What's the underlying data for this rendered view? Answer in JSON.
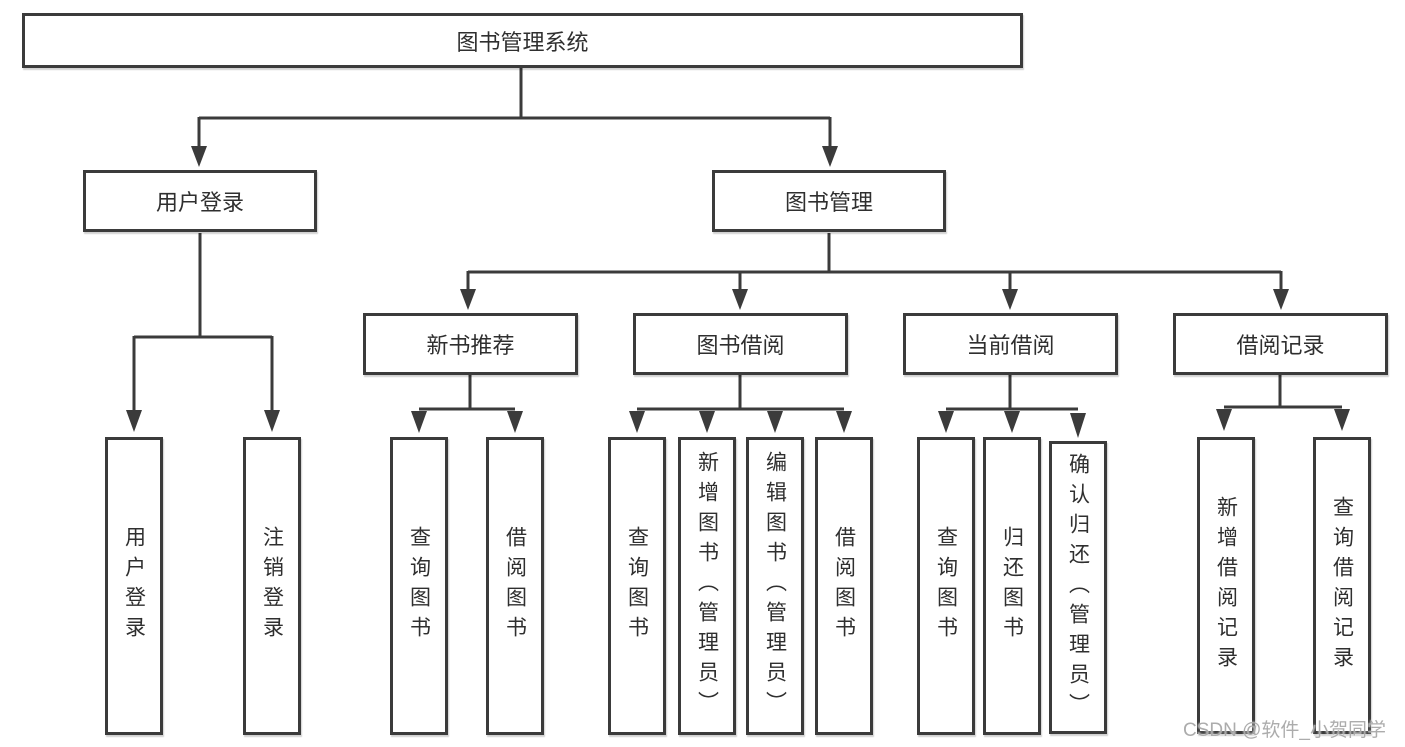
{
  "diagram": {
    "title": "图书管理系统",
    "branches": [
      {
        "label": "用户登录",
        "children": [
          "用户登录",
          "注销登录"
        ]
      },
      {
        "label": "图书管理",
        "sections": [
          {
            "label": "新书推荐",
            "children": [
              "查询图书",
              "借阅图书"
            ]
          },
          {
            "label": "图书借阅",
            "children": [
              "查询图书",
              "新增图书（管理员）",
              "编辑图书（管理员）",
              "借阅图书"
            ]
          },
          {
            "label": "当前借阅",
            "children": [
              "查询图书",
              "归还图书",
              "确认归还（管理员）"
            ]
          },
          {
            "label": "借阅记录",
            "children": [
              "新增借阅记录",
              "查询借阅记录"
            ]
          }
        ]
      }
    ]
  },
  "watermark": {
    "text": "CSDN @软件_小贺同学"
  },
  "colors": {
    "line": "#3b3b3b",
    "text": "#2f2f2f",
    "background": "#ffffff",
    "watermark": "#a8a8a8"
  }
}
